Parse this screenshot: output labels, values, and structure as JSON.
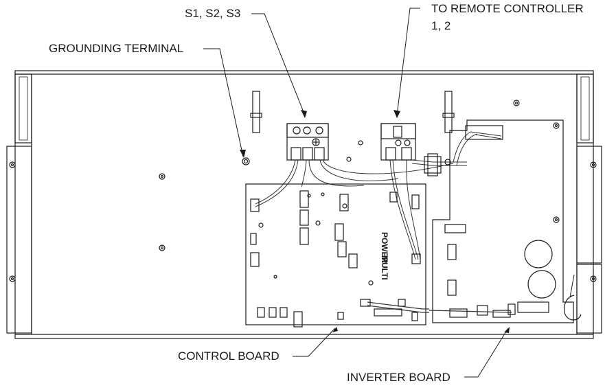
{
  "labels": {
    "s_terminals": "S1, S2, S3",
    "remote_line1": "TO REMOTE CONTROLLER",
    "remote_line2": "1, 2",
    "grounding": "GROUNDING TERMINAL",
    "control_board": "CONTROL BOARD",
    "inverter_board": "INVERTER BOARD",
    "pcb_marking_1": "POWER",
    "pcb_marking_2": "MULTI"
  },
  "colors": {
    "line": "#1a1a1a",
    "panel": "#ffffff",
    "wire": "#555555"
  }
}
